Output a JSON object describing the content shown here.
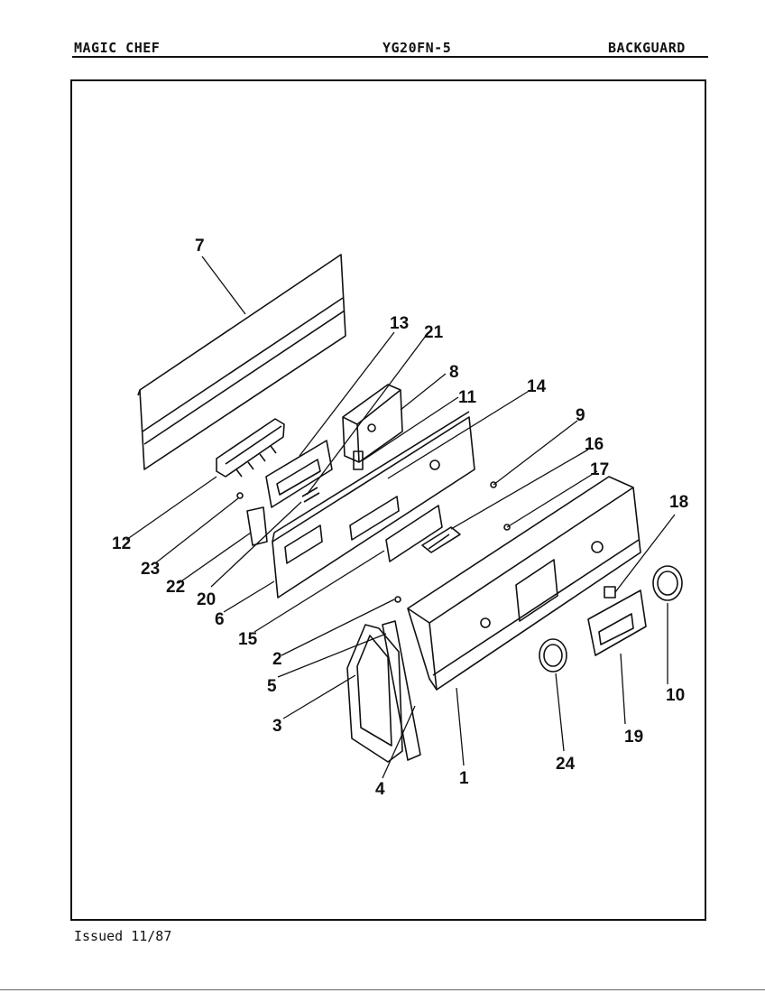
{
  "header": {
    "brand": "MAGIC CHEF",
    "model": "YG20FN-5",
    "section": "BACKGUARD"
  },
  "footer": {
    "issued": "Issued 11/87"
  },
  "callouts": [
    "1",
    "2",
    "3",
    "4",
    "5",
    "6",
    "7",
    "8",
    "9",
    "10",
    "11",
    "12",
    "13",
    "14",
    "15",
    "16",
    "17",
    "18",
    "19",
    "20",
    "21",
    "22",
    "23",
    "24"
  ]
}
